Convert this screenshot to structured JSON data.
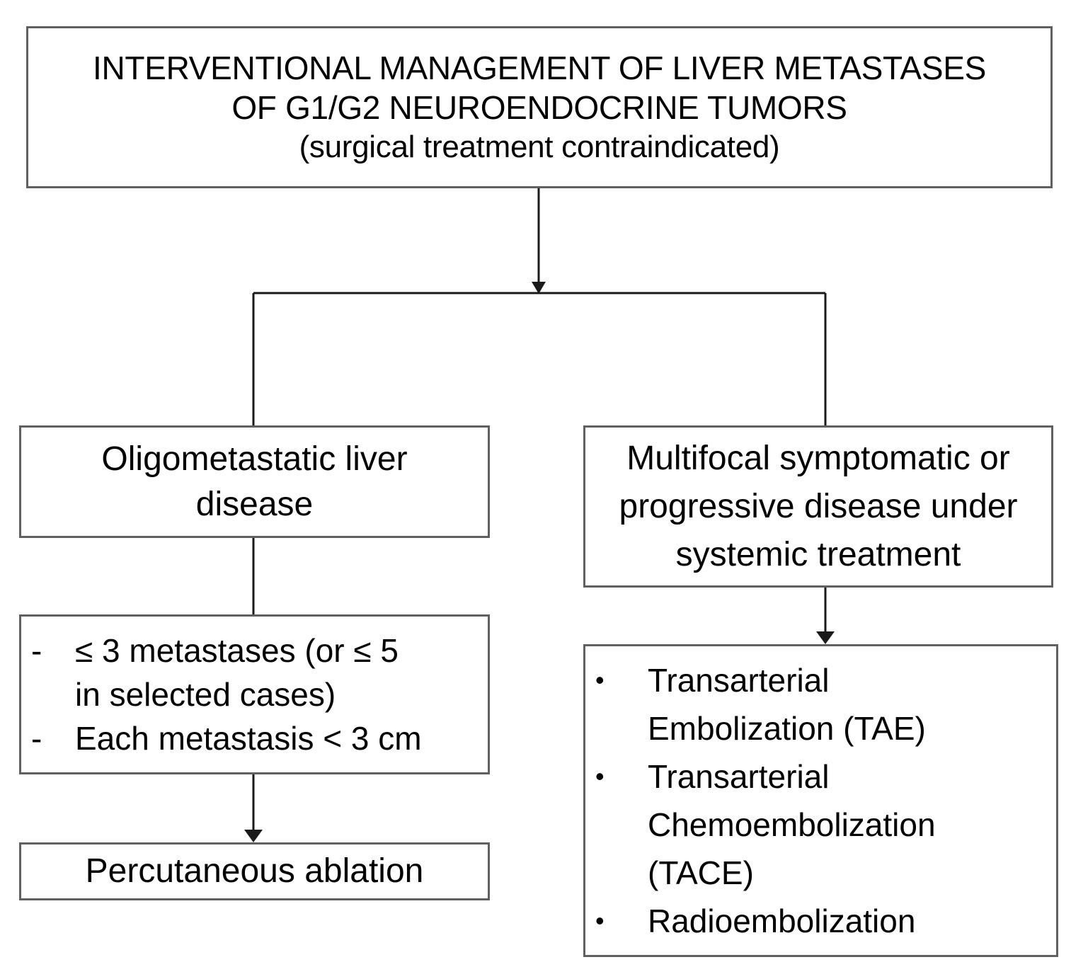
{
  "diagram": {
    "type": "flowchart",
    "orientation": "top-down",
    "nodes": {
      "title": {
        "line1": "INTERVENTIONAL MANAGEMENT OF LIVER METASTASES",
        "line2": "OF G1/G2 NEUROENDOCRINE TUMORS",
        "line3": "(surgical treatment contraindicated)"
      },
      "oligometastatic": {
        "line1": "Oligometastatic liver",
        "line2": "disease"
      },
      "criteria": {
        "items": [
          {
            "marker": "-",
            "line1": "≤ 3 metastases (or ≤ 5",
            "line2": "in selected cases)"
          },
          {
            "marker": "-",
            "line1": "Each metastasis < 3 cm",
            "line2": ""
          }
        ]
      },
      "ablation": {
        "line1": "Percutaneous ablation"
      },
      "multifocal": {
        "line1": "Multifocal symptomatic or",
        "line2": "progressive disease under",
        "line3": "systemic treatment"
      },
      "treatments": {
        "items": [
          {
            "marker": "•",
            "line1": "Transarterial",
            "line2": "Embolization (TAE)",
            "line3": ""
          },
          {
            "marker": "•",
            "line1": "Transarterial",
            "line2": "Chemoembolization",
            "line3": "(TACE)"
          },
          {
            "marker": "•",
            "line1": "Radioembolization",
            "line2": "",
            "line3": ""
          }
        ]
      }
    },
    "colors": {
      "border": "#606060",
      "background": "#ffffff",
      "text": "#000000",
      "connector": "#1a1a1a"
    }
  }
}
